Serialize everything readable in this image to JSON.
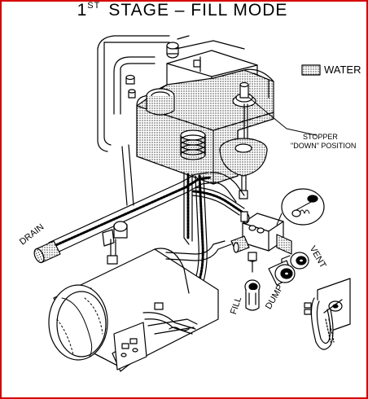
{
  "title": {
    "number": "1",
    "superscript": "ST",
    "text": "STAGE – FILL MODE"
  },
  "legend": {
    "water_label": "WATER",
    "swatch_icon": "dotted-water-swatch"
  },
  "callouts": {
    "stopper_line1": "STOPPER",
    "stopper_line2": "\"DOWN\" POSITION",
    "drain": "DRAIN",
    "vent": "VENT",
    "fill": "FILL",
    "dump": "DUMP"
  },
  "colors": {
    "frame_border": "#d40000",
    "line": "#000000",
    "water_fill": "#d9d9d9"
  }
}
